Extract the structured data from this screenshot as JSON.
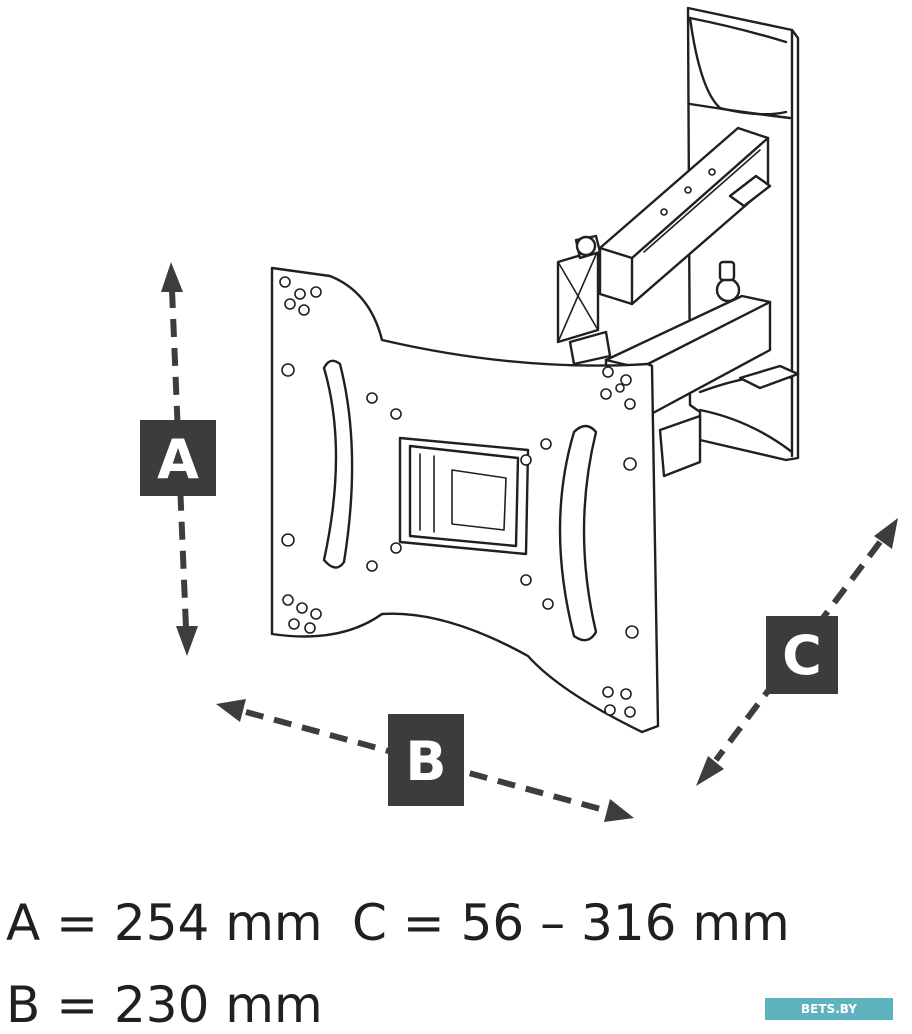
{
  "labels": {
    "a": "A",
    "b": "B",
    "c": "C"
  },
  "dimensions": {
    "a": "A = 254 mm",
    "b": "B = 230 mm",
    "c": "C = 56 – 316 mm"
  },
  "watermark": "BETS.BY"
}
